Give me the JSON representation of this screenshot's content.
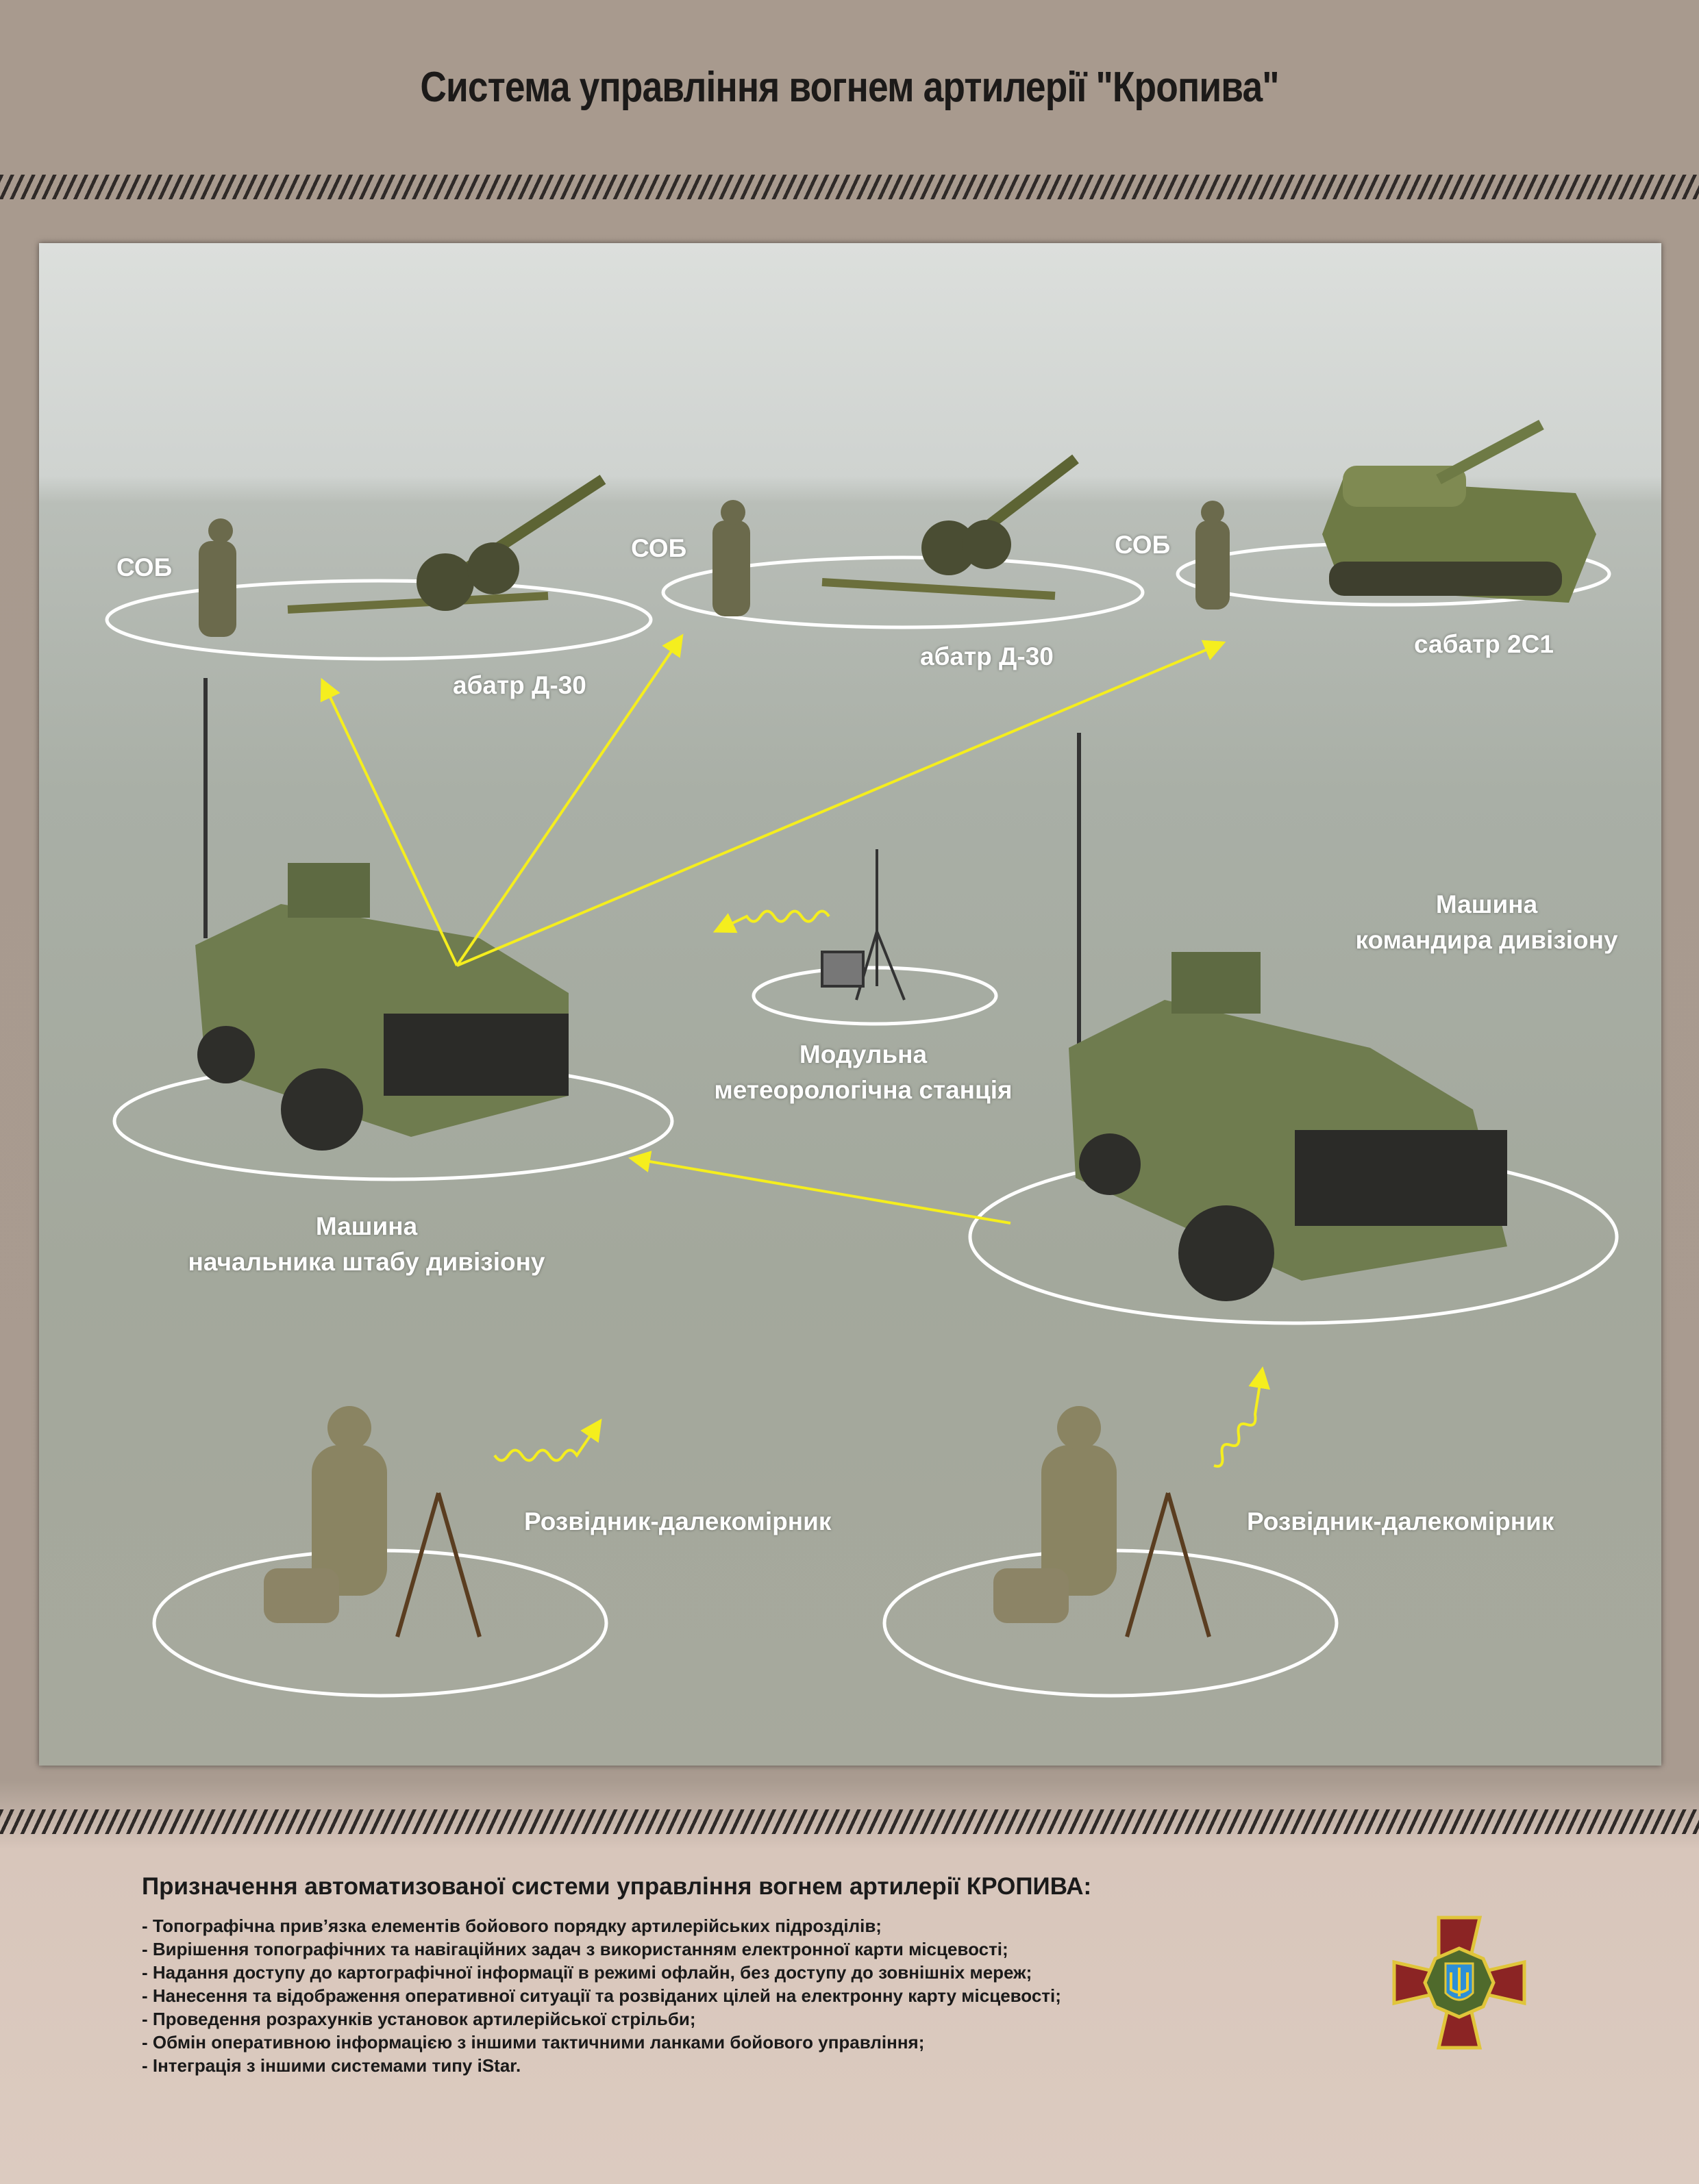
{
  "title": "Система управління вогнем артилерії \"Кропива\"",
  "diagram": {
    "labels": {
      "sob_1": "СОБ",
      "sob_2": "СОБ",
      "sob_3": "СОБ",
      "battery_1": "абатр Д-30",
      "battery_2": "абатр Д-30",
      "battery_3": "сабатр 2С1",
      "commander_vehicle": [
        "Машина",
        "командира дивізіону"
      ],
      "meteo_station": [
        "Модульна",
        "метеорологічна станція"
      ],
      "chief_of_staff_vehicle": [
        "Машина",
        "начальника штабу дивізіону"
      ],
      "scout_1": "Розвідник-далекомірник",
      "scout_2": "Розвідник-далекомірник"
    },
    "colors": {
      "arrow": "#f5ee1e",
      "ring": "#ffffff",
      "text": "#ffffff"
    }
  },
  "purpose": {
    "heading": "Призначення автоматизованої системи управління вогнем артилерії КРОПИВА:",
    "items": [
      "- Топографічна прив’язка елементів бойового порядку артилерійських підрозділів;",
      "- Вирішення топографічних та навігаційних задач з використанням електронної карти місцевості;",
      "- Надання доступу до картографічної інформації в режимі офлайн, без доступу до зовнішніх мереж;",
      "- Нанесення та відображення оперативної ситуації та розвіданих цілей на електронну карту місцевості;",
      "- Проведення розрахунків установок артилерійської стрільби;",
      "- Обмін оперативною інформацією з іншими тактичними ланками бойового управління;",
      "- Інтеграція з іншими системами типу iStar."
    ]
  }
}
